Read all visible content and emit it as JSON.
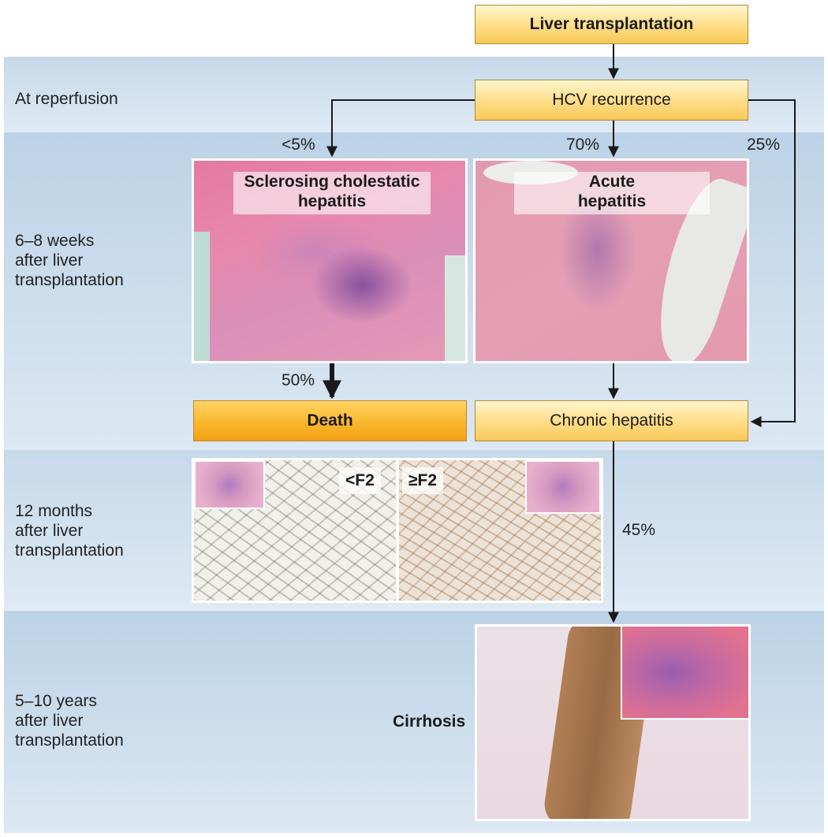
{
  "title_box": "Liver transplantation",
  "recurrence_box": "HCV recurrence",
  "rows": [
    {
      "label": "At reperfusion"
    },
    {
      "label": "6–8 weeks\nafter liver\ntransplantation"
    },
    {
      "label": "12 months\nafter liver\ntransplantation"
    },
    {
      "label": "5–10 years\nafter liver\ntransplantation"
    }
  ],
  "branches": {
    "left_pct": "<5%",
    "middle_pct": "70%",
    "right_pct": "25%",
    "death_pct": "50%",
    "cirrhosis_pct": "45%"
  },
  "images": {
    "sclerosing": "Sclerosing cholestatic\nhepatitis",
    "acute": "Acute\nhepatitis",
    "fibrosis_low": "<F2",
    "fibrosis_high": "≥F2",
    "cirrhosis": "Cirrhosis"
  },
  "outcomes": {
    "death": "Death",
    "chronic": "Chronic hepatitis"
  }
}
